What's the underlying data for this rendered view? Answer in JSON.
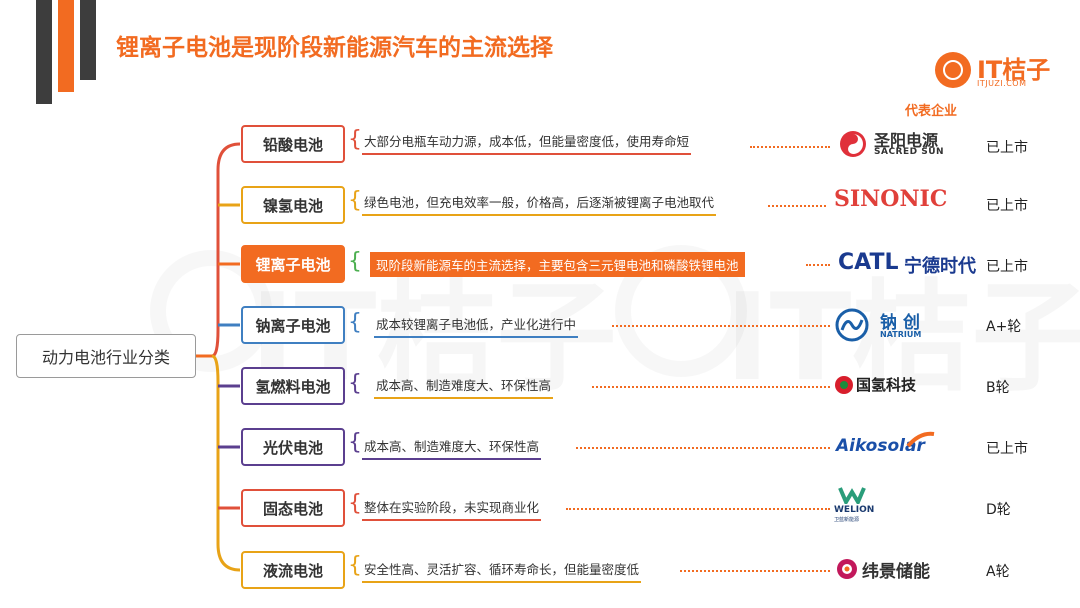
{
  "header": {
    "title": "锂离子电池是现阶段新能源汽车的主流选择",
    "logo_text": "IT桔子",
    "logo_sub": "ITJUZI.COM",
    "rep_label": "代表企业"
  },
  "root": {
    "label": "动力电池行业分类"
  },
  "colors": {
    "accent": "#f26b21",
    "red": "#e0503a",
    "yellow": "#e8a317",
    "green": "#4caf50",
    "blue": "#3f7fc1",
    "purple": "#5b3f8f"
  },
  "categories": [
    {
      "label": "铅酸电池",
      "desc": "大部分电瓶车动力源，成本低，但能量密度低，使用寿命短",
      "company": "圣阳电源",
      "company_en": "SACRED SUN",
      "status": "已上市",
      "color": "#e0503a"
    },
    {
      "label": "镍氢电池",
      "desc": "绿色电池，但充电效率一般，价格高，后逐渐被锂离子电池取代",
      "company": "SINONIC",
      "status": "已上市",
      "color": "#e8a317"
    },
    {
      "label": "锂离子电池",
      "desc": "现阶段新能源车的主流选择，主要包含三元锂电池和磷酸铁锂电池",
      "company_a": "CATL",
      "company_b": "宁德时代",
      "status": "已上市",
      "color": "#f26b21"
    },
    {
      "label": "钠离子电池",
      "desc": "成本较锂离子电池低，产业化进行中",
      "company": "钠创",
      "company_en": "NATRIUM",
      "status": "A+轮",
      "color": "#3f7fc1"
    },
    {
      "label": "氢燃料电池",
      "desc": "成本高、制造难度大、环保性高",
      "company": "国氢科技",
      "status": "B轮",
      "color": "#5b3f8f"
    },
    {
      "label": "光伏电池",
      "desc": "成本高、制造难度大、环保性高",
      "company": "Aikosolar",
      "status": "已上市",
      "color": "#5b3f8f"
    },
    {
      "label": "固态电池",
      "desc": "整体在实验阶段，未实现商业化",
      "company": "WELION",
      "company_cn": "卫蓝新能源",
      "status": "D轮",
      "color": "#e0503a"
    },
    {
      "label": "液流电池",
      "desc": "安全性高、灵活扩容、循环寿命长，但能量密度低",
      "company": "纬景储能",
      "status": "A轮",
      "color": "#e8a317"
    }
  ]
}
